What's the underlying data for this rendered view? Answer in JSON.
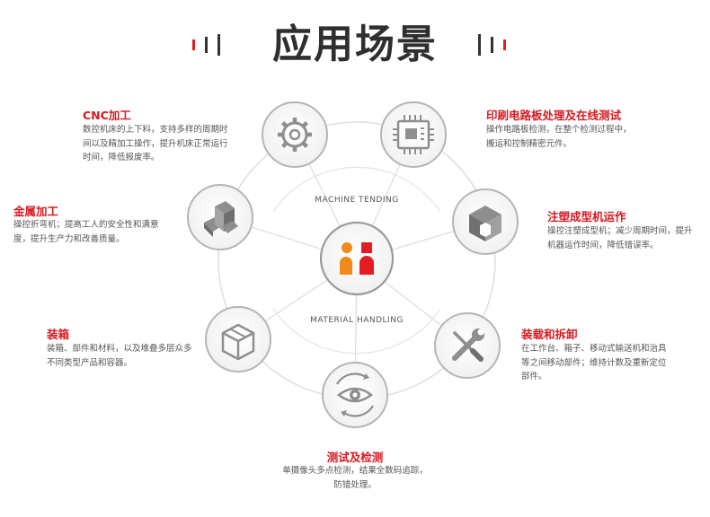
{
  "title": "应用场景",
  "ring_labels": {
    "top": "MACHINE TENDING",
    "bottom": "MATERIAL HANDLING"
  },
  "colors": {
    "accent": "#e31d23",
    "accent_orange": "#f08a1c",
    "title": "#2f2f2f",
    "text": "#555555",
    "ring": "#d7d7d7"
  },
  "center_icon": "rb-logo-icon",
  "scenarios": [
    {
      "icon": "gear-icon",
      "title": "CNC加工",
      "desc": [
        "数控机床的上下料，支持多样的周期时",
        "间以及精加工操作，提升机床正常运行",
        "时间，降低报废率。"
      ]
    },
    {
      "icon": "circuit-board-icon",
      "title": "印刷电路板处理及在线测试",
      "desc": [
        "操作电路板检测，在整个检测过程中，",
        "搬运和控制精密元件。"
      ]
    },
    {
      "icon": "metal-blocks-icon",
      "title": "金属加工",
      "desc": [
        "操控折弯机；提高工人的安全性和满意",
        "度，提升生产力和改善质量。"
      ]
    },
    {
      "icon": "mold-icon",
      "title": "注塑成型机运作",
      "desc": [
        "操控注塑成型机；减少周期时间，提升",
        "机器运作时间，降低错误率。"
      ]
    },
    {
      "icon": "box-icon",
      "title": "装箱",
      "desc": [
        "装箱、部件和材料，以及堆叠多层众多",
        "不同类型产品和容器。"
      ]
    },
    {
      "icon": "wrench-screwdriver-icon",
      "title": "装载和拆卸",
      "desc": [
        "在工作台、箱子、移动式输送机和治具",
        "等之间移动部件；维持计数及重新定位",
        "部件。"
      ]
    },
    {
      "icon": "eye-inspection-icon",
      "title": "测试及检测",
      "desc": [
        "单摄像头多点检测，结果全数码追踪，",
        "防错处理。"
      ]
    }
  ]
}
